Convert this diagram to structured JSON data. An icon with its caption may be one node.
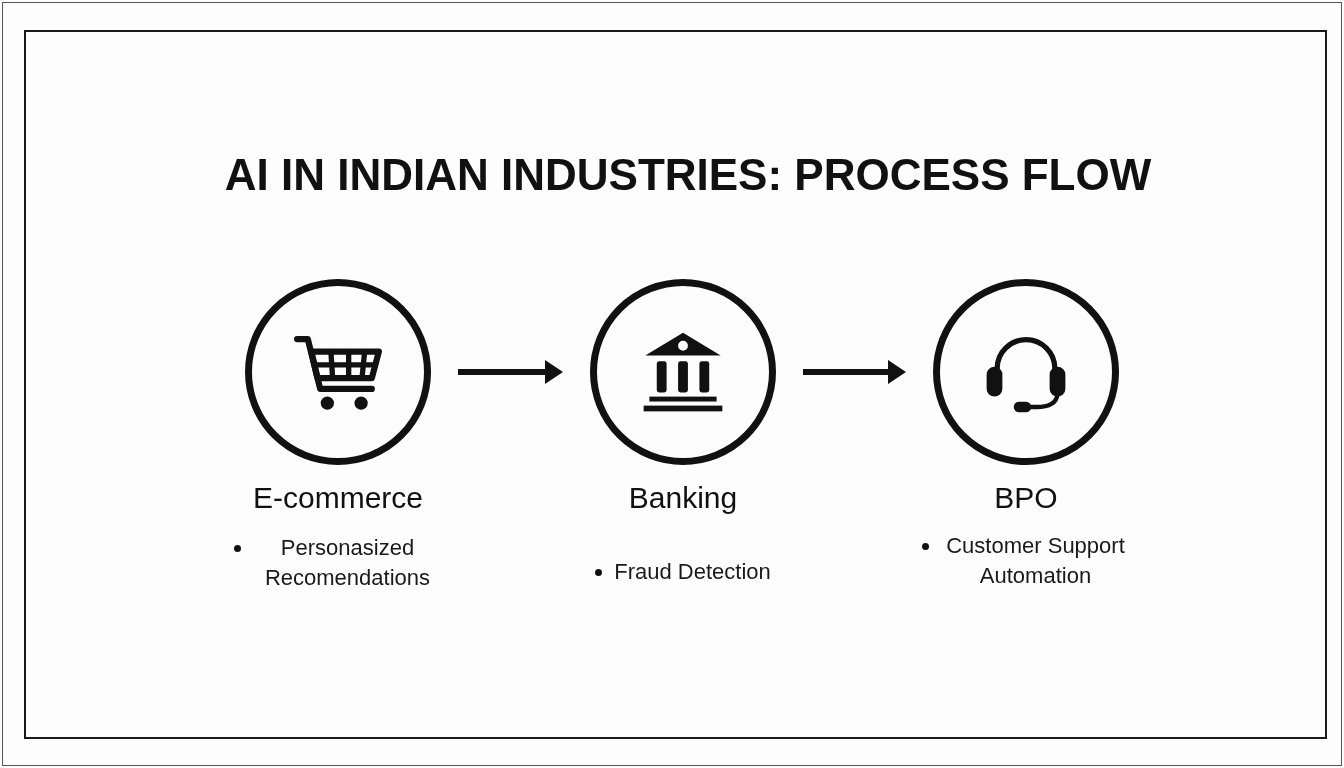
{
  "diagram": {
    "title": "AI IN INDIAN INDUSTRIES: PROCESS FLOW",
    "nodes": [
      {
        "text": [
          "E-commerce"
        ],
        "beside": [
          "Personasized Recomendations"
        ]
      },
      {
        "text": [
          "Banking"
        ],
        "beside": [
          "Fraud Detection"
        ]
      },
      {
        "text": [
          "BPO"
        ],
        "beside": [
          "Customer Support Automation"
        ]
      }
    ],
    "edges": [
      {
        "from": 0,
        "to": 1,
        "arrow": "to"
      },
      {
        "from": 1,
        "to": 2,
        "arrow": "to"
      }
    ]
  }
}
